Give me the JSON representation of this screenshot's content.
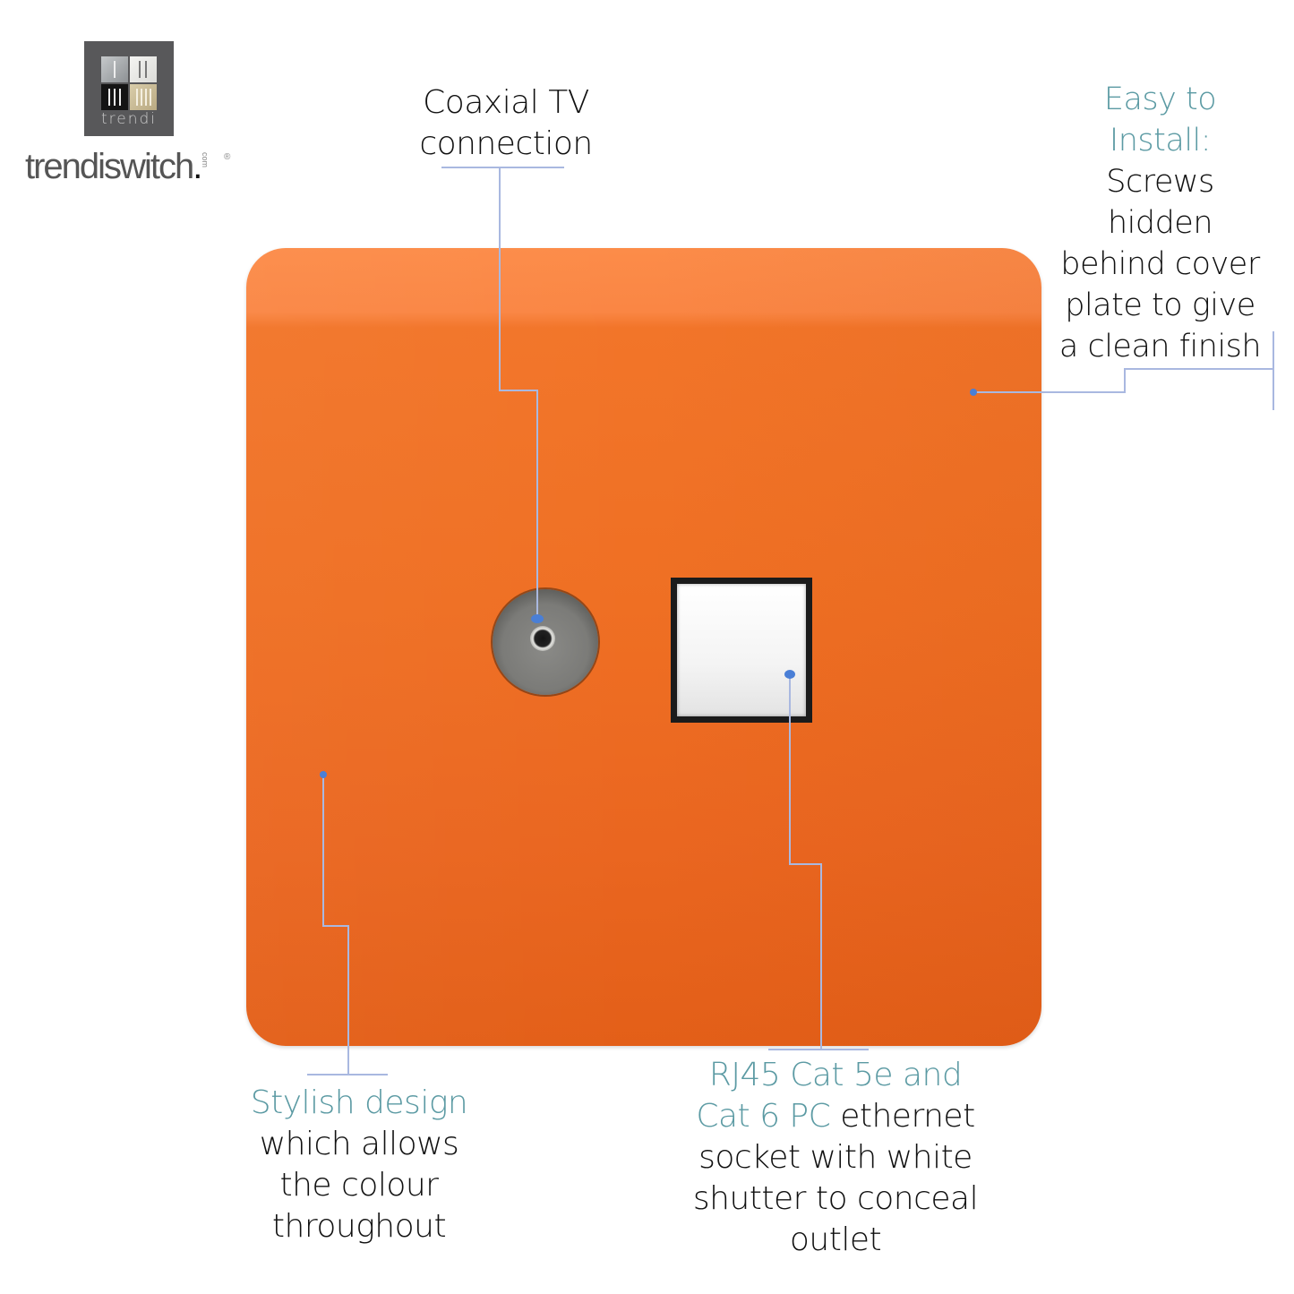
{
  "brand": {
    "logo_word": "trendi",
    "name": "trendiswitch",
    "dot": ".",
    "com": "com",
    "reg": "®"
  },
  "product": {
    "plate_color": "#EF6F23",
    "plate_highlight_color": "#FC8C49",
    "callout_line_color": "#A9B8E0",
    "callout_dot_color": "#4A7FD6",
    "highlight_text_color": "#5B9AA3"
  },
  "callouts": {
    "coaxial": {
      "lines": [
        "Coaxial TV",
        "connection"
      ]
    },
    "install": {
      "highlight_lines": [
        "Easy to",
        "Install:"
      ],
      "lines": [
        "Screws",
        "hidden",
        "behind cover",
        "plate to give",
        "a clean finish"
      ]
    },
    "stylish": {
      "highlight_lines": [
        "Stylish design"
      ],
      "lines": [
        "which allows",
        "the colour",
        "throughout"
      ]
    },
    "rj45": {
      "highlight_line1": "RJ45 Cat 5e and",
      "highlight_line2": "Cat 6 PC",
      "line2_rest": " ethernet",
      "lines": [
        "socket with white",
        "shutter to conceal",
        "outlet"
      ]
    }
  }
}
